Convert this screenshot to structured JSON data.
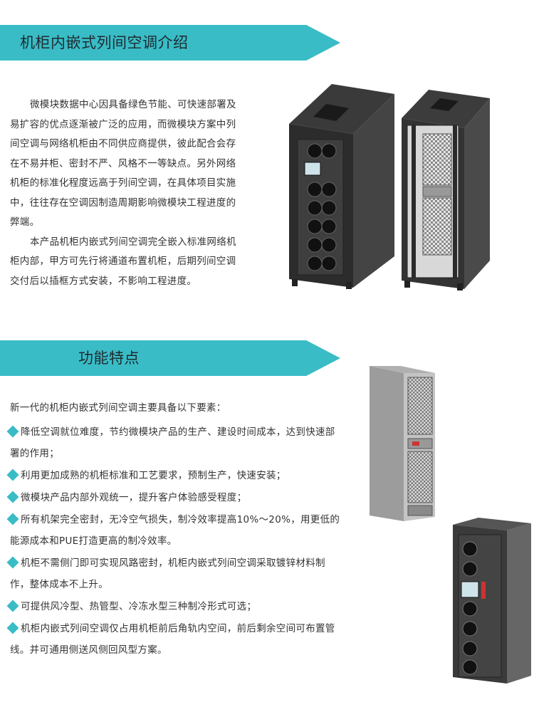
{
  "section1": {
    "title": "机柜内嵌式列间空调介绍",
    "paragraphs": [
      "微模块数据中心因具备绿色节能、可快速部署及易扩容的优点逐渐被广泛的应用，而微模块方案中列间空调与网络机柜由不同供应商提供，彼此配合会存在不易并柜、密封不严、风格不一等缺点。另外网络机柜的标准化程度远高于列间空调，在具体项目实施中，往往存在空调因制造周期影响微模块工程进度的弊端。",
      "本产品机柜内嵌式列间空调完全嵌入标准网络机柜内部，甲方可先行将通道布置机柜，后期列间空调交付后以插框方式安装，不影响工程进度。"
    ]
  },
  "section2": {
    "title": "功能特点",
    "lead": "新一代的机柜内嵌式列间空调主要具备以下要素：",
    "features": [
      "降低空调就位难度，节约微模块产品的生产、建设时间成本，达到快速部署的作用；",
      "利用更加成熟的机柜标准和工艺要求，预制生产，快速安装；",
      "微模块产品内部外观统一，提升客户体验感受程度；",
      "所有机架完全密封，无冷空气损失，制冷效率提高10%～20%，用更低的能源成本和PUE打造更高的制冷效率。",
      "机柜不需侧门即可实现风路密封，机柜内嵌式列间空调采取镀锌材料制作，整体成本不上升。",
      "可提供风冷型、热管型、冷冻水型三种制冷形式可选；",
      "机柜内嵌式列间空调仅占用机柜前后角轨内空间，前后剩余空间可布置管线。并可通用侧送风侧回风型方案。"
    ]
  },
  "colors": {
    "accent": "#39bcc6"
  }
}
